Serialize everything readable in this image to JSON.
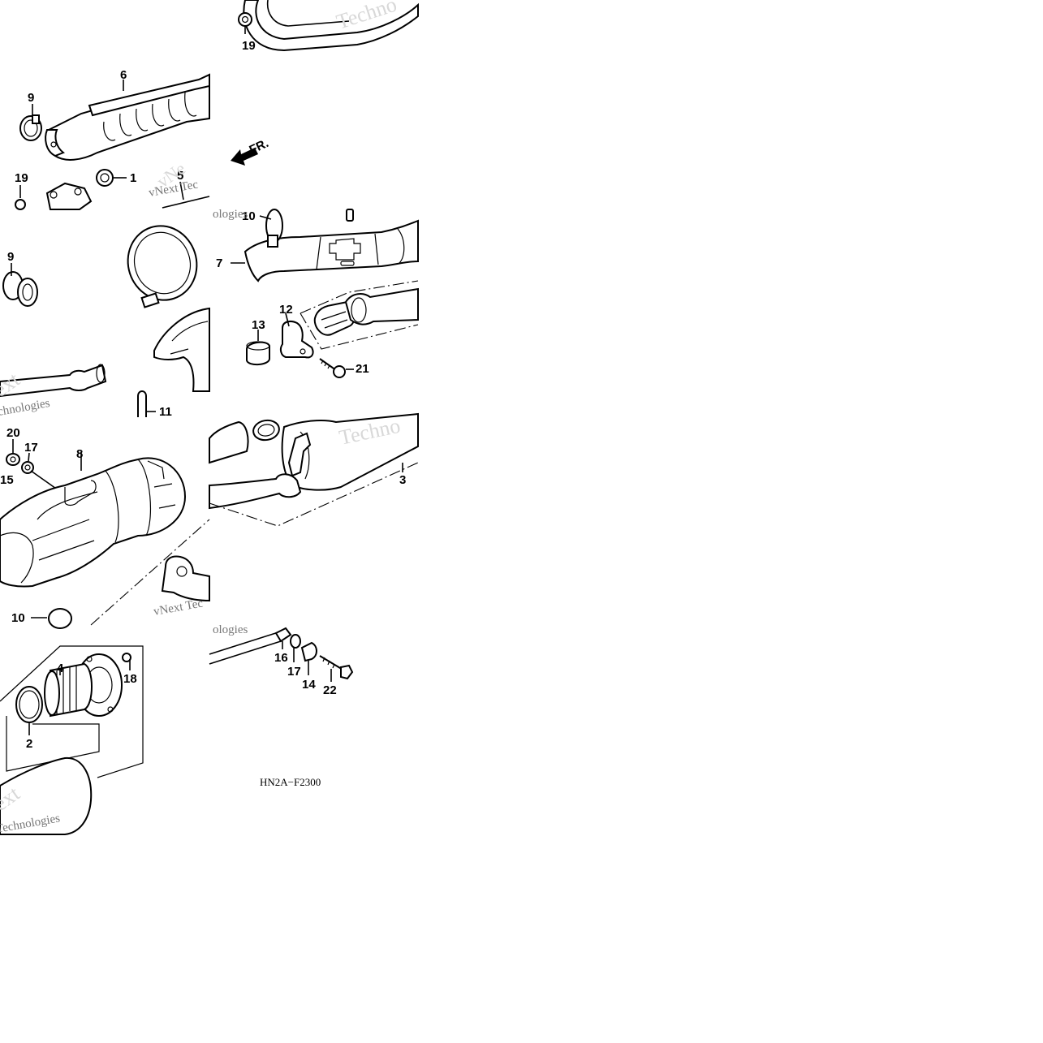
{
  "diagram": {
    "callouts": {
      "n1": "1",
      "n2": "2",
      "n3": "3",
      "n4": "4",
      "n5": "5",
      "n6": "6",
      "n7": "7",
      "n8": "8",
      "n9a": "9",
      "n9b": "9",
      "n10a": "10",
      "n10b": "10",
      "n11": "11",
      "n12": "12",
      "n13": "13",
      "n14": "14",
      "n15": "15",
      "n16": "16",
      "n17a": "17",
      "n17b": "17",
      "n18": "18",
      "n19a": "19",
      "n19b": "19",
      "n20": "20",
      "n21": "21",
      "n22": "22"
    },
    "direction_label": "FR.",
    "figure_code": "HN2A−F2300",
    "watermark": {
      "w1": "Techno",
      "w2": "vNext Tec",
      "w3": "ologies",
      "w4": "Techno",
      "w5": "vNext Tec",
      "w6": "Technologies",
      "w7": "chnologies",
      "w8": "ext",
      "w9": "vNe"
    }
  }
}
